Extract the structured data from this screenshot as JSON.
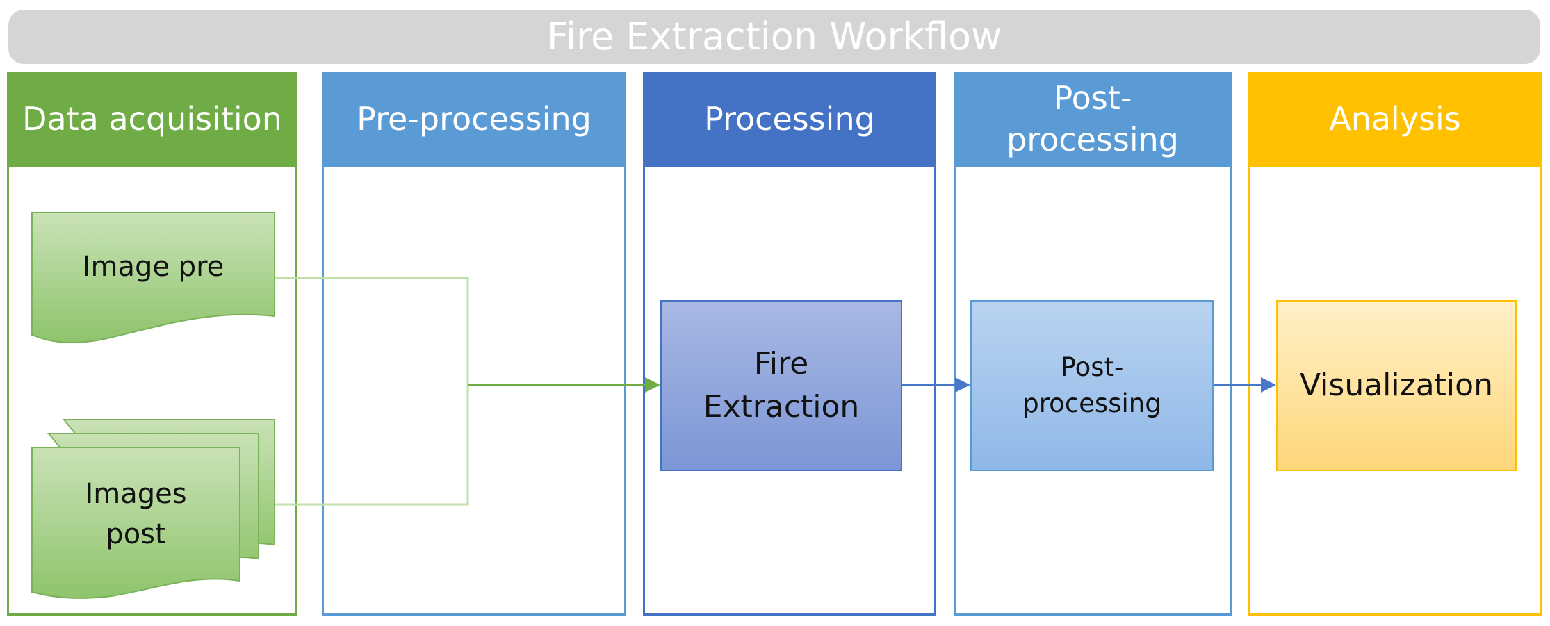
{
  "title": "Fire Extraction Workflow",
  "colors": {
    "banner": "#d5d5d5",
    "acquisition": "#6fac46",
    "preprocessing": "#5b9bd5",
    "processing": "#4472c4",
    "postprocessing": "#5b9bd5",
    "analysis": "#ffc000"
  },
  "lanes": {
    "acquisition": {
      "header": "Data acquisition"
    },
    "preprocessing": {
      "header": "Pre-processing"
    },
    "processing": {
      "header": "Processing"
    },
    "postprocessing": {
      "header_line1": "Post-",
      "header_line2": "processing"
    },
    "analysis": {
      "header": "Analysis"
    }
  },
  "nodes": {
    "image_pre": "Image pre",
    "images_post_line1": "Images",
    "images_post_line2": "post",
    "fire_extraction_line1": "Fire",
    "fire_extraction_line2": "Extraction",
    "postproc_line1": "Post-",
    "postproc_line2": "processing",
    "visualization": "Visualization"
  }
}
